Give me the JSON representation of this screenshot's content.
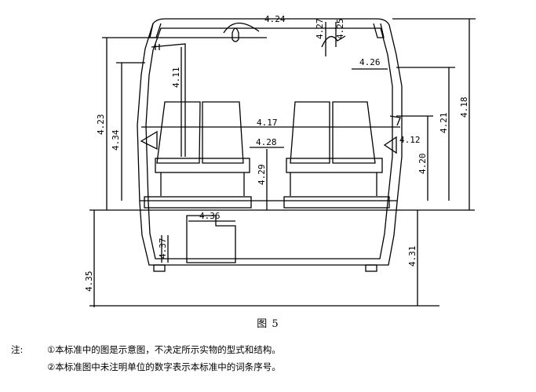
{
  "figure": {
    "caption": "图 5",
    "callouts": {
      "c4_24": "4.24",
      "c4_27": "4.27",
      "c4_25": "4.25",
      "c4_26": "4.26",
      "c4_11": "4.11",
      "c4_23": "4.23",
      "c4_34": "4.34",
      "c4_17": "4.17",
      "c4_28": "4.28",
      "c4_12": "4.12",
      "c4_21": "4.21",
      "c4_18": "4.18",
      "c4_20": "4.20",
      "c4_29": "4.29",
      "c4_36": "4.36",
      "c4_37": "4.37",
      "c4_31": "4.31",
      "c4_35": "4.35"
    }
  },
  "notes": {
    "label": "注:",
    "items": [
      "①本标准中的图是示意图，不决定所示实物的型式和结构。",
      "②本标准图中未注明单位的数字表示本标准中的词条序号。"
    ]
  }
}
